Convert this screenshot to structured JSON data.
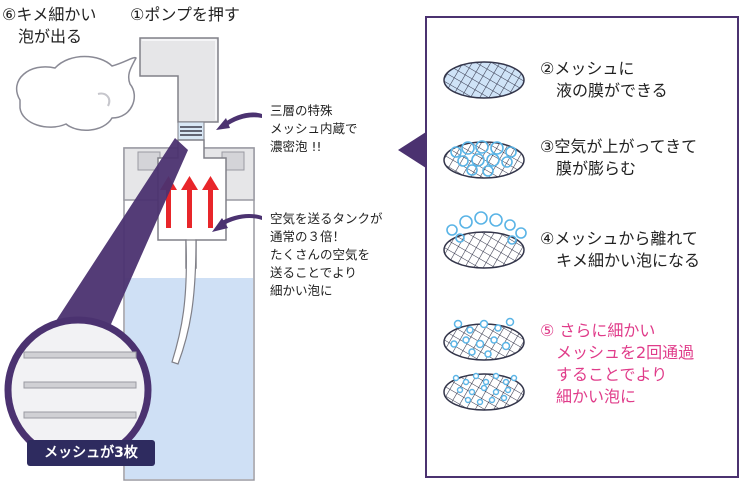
{
  "labels": {
    "fine_foam_out": "⑥キメ細かい\n　泡が出る",
    "push_pump": "①ポンプを押す",
    "triple_mesh": "三層の特殊\nメッシュ内蔵で\n濃密泡 !!",
    "air_tank": "空気を送るタンクが\n通常の３倍！\nたくさんの空気を\n送ることでより\n細かい泡に",
    "mesh_count": "メッシュが3枚"
  },
  "steps": [
    {
      "text": "②メッシュに\n　液の膜ができる"
    },
    {
      "text": "③空気が上がってきて\n　膜が膨らむ"
    },
    {
      "text": "④メッシュから離れて\n　キメ細かい泡になる"
    },
    {
      "text": "⑤ さらに細かい\n　メッシュを2回通過\n　することでより\n　細かい泡に"
    }
  ],
  "colors": {
    "frame": "#5a3b7a",
    "badge": "#2e2b5f",
    "liquid": "#cfe0f5",
    "arrow": "#e8262a",
    "bubble": "#5ab4e6",
    "highlight_text": "#e03c8a"
  }
}
